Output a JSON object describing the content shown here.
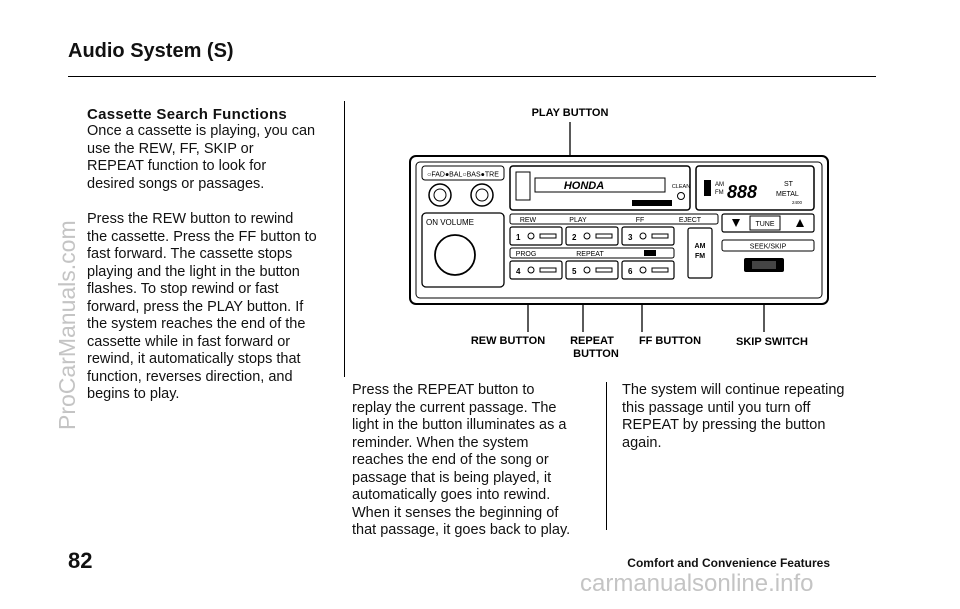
{
  "header": {
    "title": "Audio System (S)"
  },
  "section": {
    "heading": "Cassette Search Functions",
    "para1": "Once a cassette is playing, you can\nuse the REW, FF, SKIP or\nREPEAT function to look for\ndesired songs or passages.",
    "para2": "Press the REW button to rewind\nthe cassette. Press the FF button to\nfast forward. The cassette stops\nplaying and the light in the button\nflashes. To stop rewind or fast\nforward, press the PLAY button. If\nthe system reaches the end of the\ncassette while in fast forward or\nrewind, it automatically stops that\nfunction, reverses direction, and\nbegins to play.",
    "para3": "Press the REPEAT button to\nreplay the current passage. The\nlight in the button illuminates as a\nreminder. When the system\nreaches the end of the song or\npassage that is being played, it\nautomatically goes into rewind.\nWhen it senses the beginning of\nthat passage, it goes back to play.",
    "para4": "The system will continue repeating\nthis passage until you turn off\nREPEAT by pressing the button\nagain."
  },
  "figure": {
    "callouts": {
      "play": "PLAY BUTTON",
      "rew": "REW BUTTON",
      "repeat_line1": "REPEAT",
      "repeat_line2": "BUTTON",
      "ff": "FF BUTTON",
      "skip": "SKIP SWITCH"
    },
    "panel": {
      "knob_labels": "○FAD●BAL○BAS●TRE",
      "on_volume": "ON VOLUME",
      "brand": "HONDA",
      "clean": "CLEAN",
      "display_band": "AM\nFM",
      "display_digits": "888",
      "display_st": "ST",
      "display_metal": "METAL",
      "display_small": "2400",
      "tape_labels": [
        "REW",
        "PLAY",
        "FF",
        "EJECT"
      ],
      "preset_numbers": [
        "1",
        "2",
        "3",
        "4",
        "5",
        "6"
      ],
      "prog": "PROG",
      "repeat": "REPEAT",
      "band_button": "AM\nFM",
      "tune": "TUNE",
      "seek_skip": "SEEK/SKIP"
    }
  },
  "footer": {
    "page_number": "82",
    "section_title": "Comfort and Convenience Features"
  },
  "watermarks": {
    "left": "ProCarManuals.com",
    "bottom": "carmanualsonline.info"
  }
}
